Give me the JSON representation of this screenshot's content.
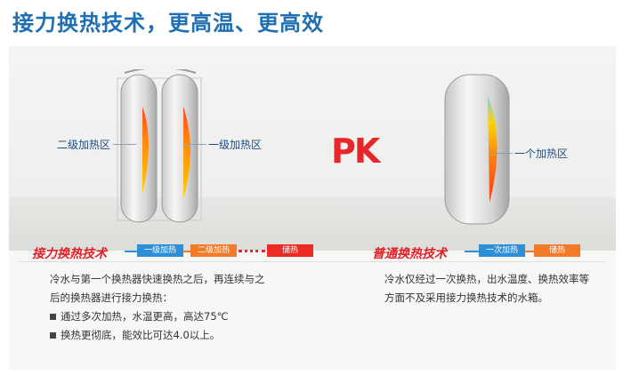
{
  "title": "接力换热技术，更高温、更高效",
  "left_tank": {
    "label_second": "二级加热区",
    "label_first": "一级加热区"
  },
  "pk": {
    "p": "P",
    "k": "K"
  },
  "right_tank": {
    "label": "一个加热区"
  },
  "left_section": {
    "title": "接力换热技术",
    "stage1": "一级加热",
    "stage2": "二级加热",
    "store": "储热",
    "lines": [
      "冷水与第一个换热器快速换热之后，再连续与之",
      "后的换热器进行接力换热："
    ],
    "bullets": [
      "通过多次加热，水温更高，高达75℃",
      "换热更彻底，能效比可达4.0以上。"
    ]
  },
  "right_section": {
    "title": "普通换热技术",
    "stage1": "一次加热",
    "store": "储热",
    "lines": [
      "冷水仅经过一次换热，出水温度、换热效率等",
      "方面不及采用接力换热技术的水箱。"
    ]
  },
  "colors": {
    "title_blue": "#1f6fb2",
    "accent_red": "#e21f26",
    "bar_blue": "#2f8ed8",
    "bar_orange": "#f27b2a"
  }
}
